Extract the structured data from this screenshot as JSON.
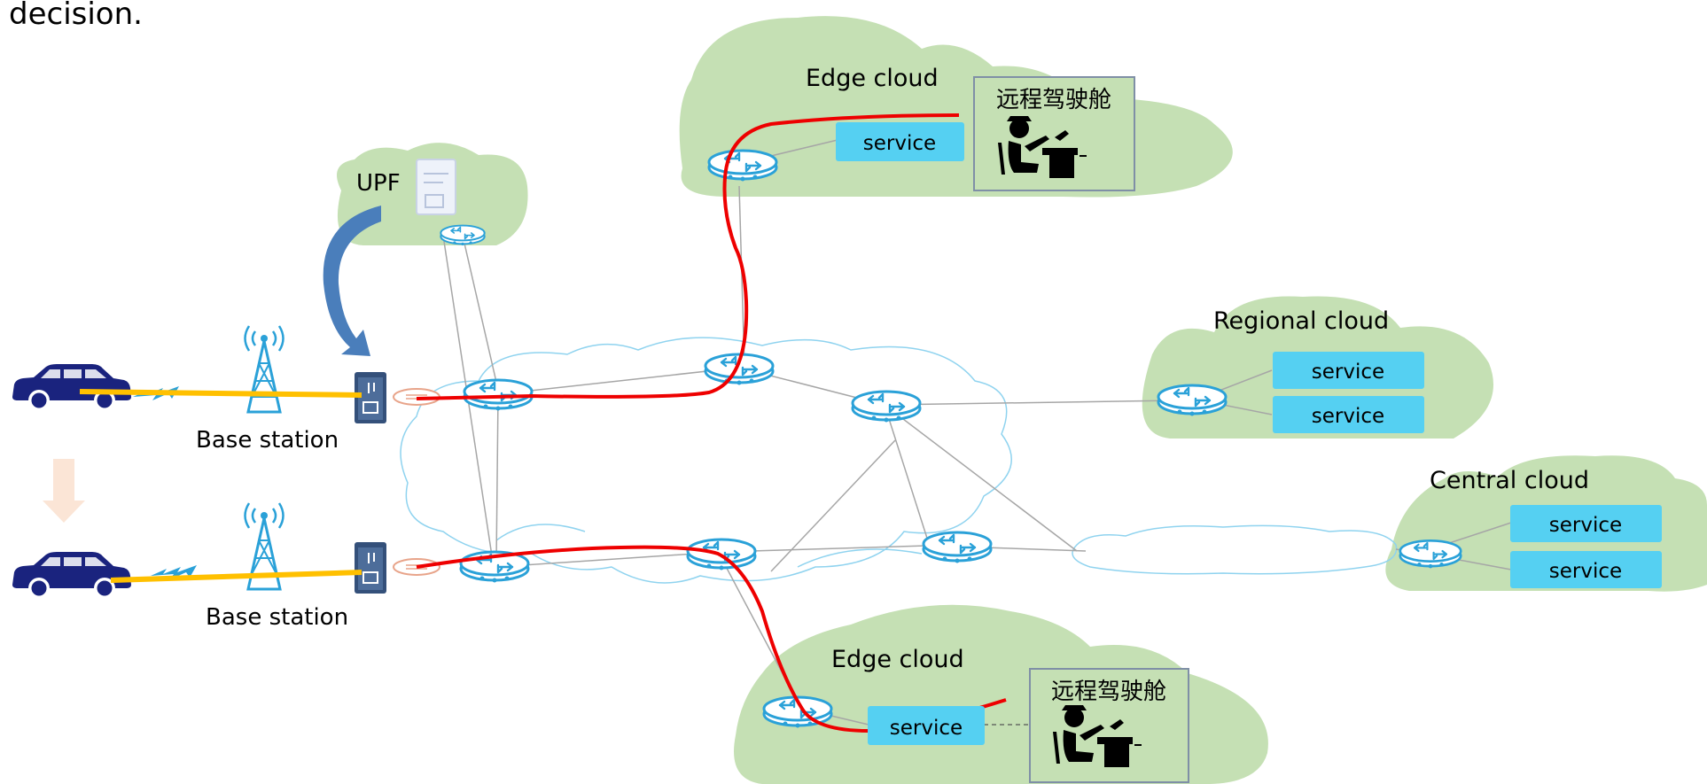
{
  "caption_fragment": "decision.",
  "upf": {
    "label": "UPF"
  },
  "base_stations": [
    {
      "label": "Base station"
    },
    {
      "label": "Base station"
    }
  ],
  "edge_clouds": [
    {
      "label": "Edge cloud",
      "service_label": "service",
      "cockpit_label": "远程驾驶舱"
    },
    {
      "label": "Edge cloud",
      "service_label": "service",
      "cockpit_label": "远程驾驶舱"
    }
  ],
  "regional_cloud": {
    "label": "Regional cloud",
    "services": [
      "service",
      "service"
    ]
  },
  "central_cloud": {
    "label": "Central cloud",
    "services": [
      "service",
      "service"
    ]
  },
  "colors": {
    "cloud_green": "#c5e0b4",
    "service_box": "#55d0f2",
    "router": "#2aa1d8",
    "network_cloud_outline": "#8fd3ef",
    "path_red": "#ee0000",
    "wireless_yellow": "#ffc000",
    "car_navy": "#1a237e",
    "links": "#a6a6a6",
    "move_arrow": "#fbe5d6",
    "upf_arrow": "#4a7ebb"
  }
}
